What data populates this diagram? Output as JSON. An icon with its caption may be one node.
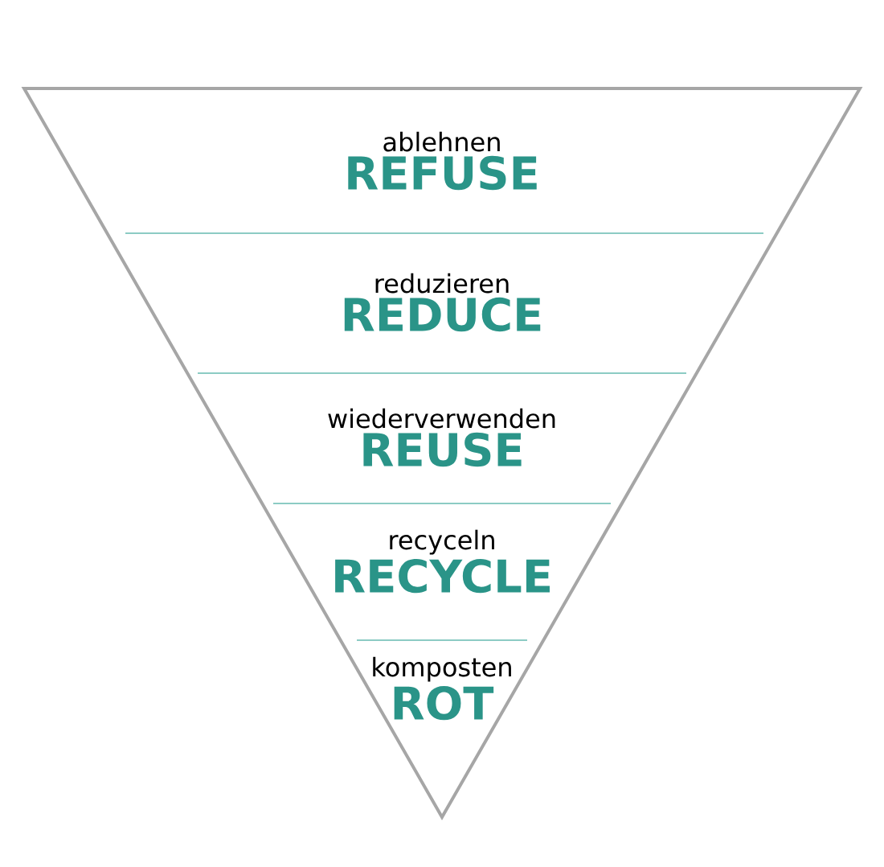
{
  "diagram": {
    "nodes": [
      {
        "text": [
          "ablehnen",
          "REFUSE"
        ]
      },
      {
        "text": [
          "reduzieren",
          "REDUCE"
        ]
      },
      {
        "text": [
          "wiederverwenden",
          "REUSE"
        ]
      },
      {
        "text": [
          "recyceln",
          "RECYCLE"
        ]
      },
      {
        "text": [
          "komposten",
          "ROT"
        ]
      }
    ]
  }
}
